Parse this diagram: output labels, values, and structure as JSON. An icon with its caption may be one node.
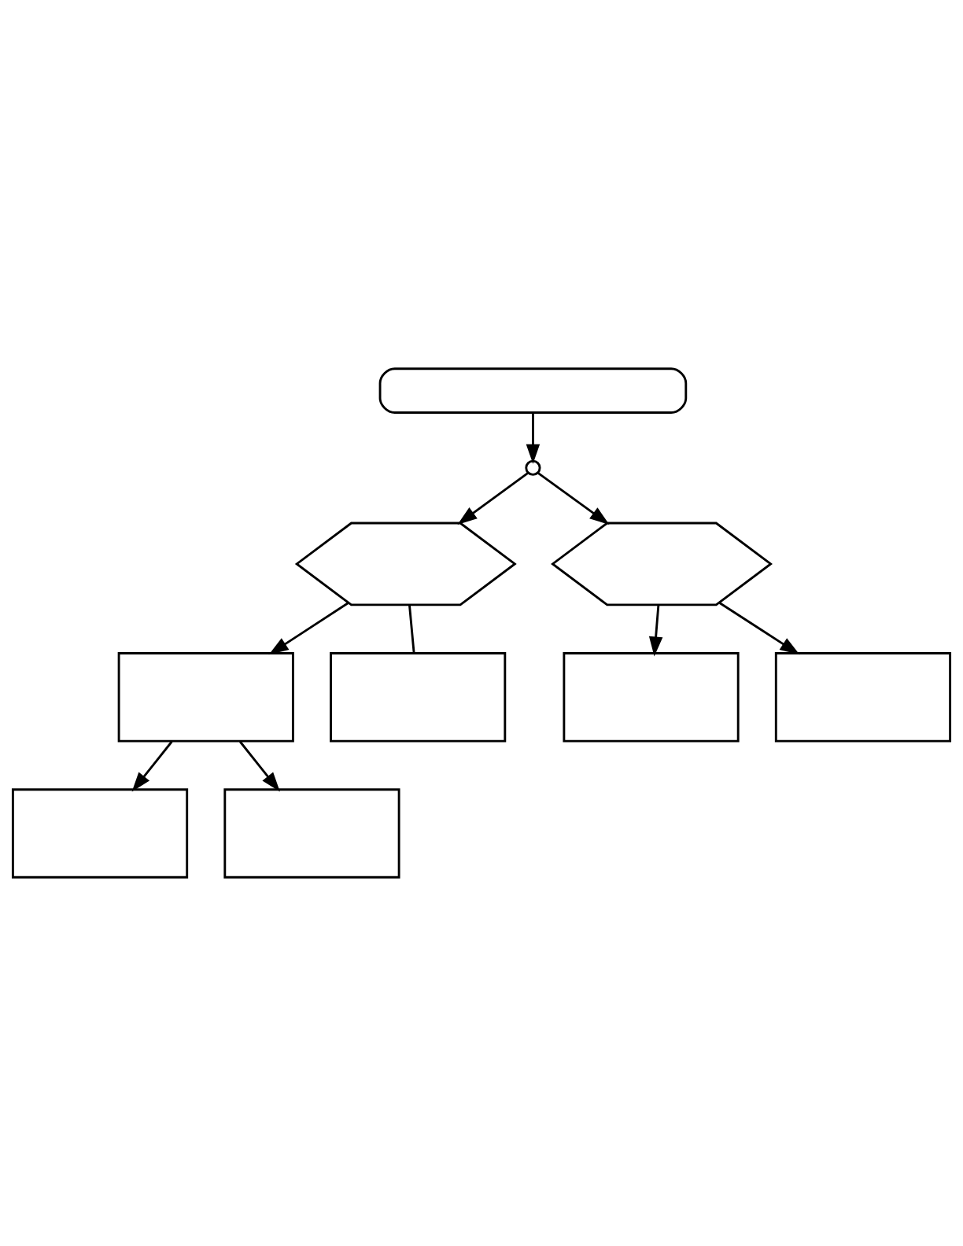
{
  "diagram": {
    "nodes": [
      {
        "text": [],
        "shape": "box"
      },
      {
        "text": [],
        "shape": "circle"
      },
      {
        "text": [],
        "shape": "hexagon"
      },
      {
        "text": [],
        "shape": "box"
      },
      {
        "text": [],
        "shape": "box"
      },
      {
        "text": [],
        "shape": "box"
      },
      {
        "text": [],
        "shape": "box"
      },
      {
        "text": [],
        "shape": "hexagon"
      },
      {
        "text": [],
        "shape": "box"
      },
      {
        "text": [],
        "shape": "box"
      }
    ],
    "edges": [
      {
        "from": 0,
        "to": 1,
        "arrow": "to"
      },
      {
        "from": 1,
        "to": 2,
        "arrow": "to"
      },
      {
        "from": 2,
        "to": 3,
        "arrow": "to"
      },
      {
        "from": 3,
        "to": 4,
        "arrow": "to"
      },
      {
        "from": 3,
        "to": 5,
        "arrow": "to"
      },
      {
        "from": 2,
        "to": 6,
        "arrow": "none"
      },
      {
        "from": 1,
        "to": 7,
        "arrow": "to"
      },
      {
        "from": 7,
        "to": 8,
        "arrow": "to"
      },
      {
        "from": 7,
        "to": 9,
        "arrow": "to"
      }
    ]
  }
}
